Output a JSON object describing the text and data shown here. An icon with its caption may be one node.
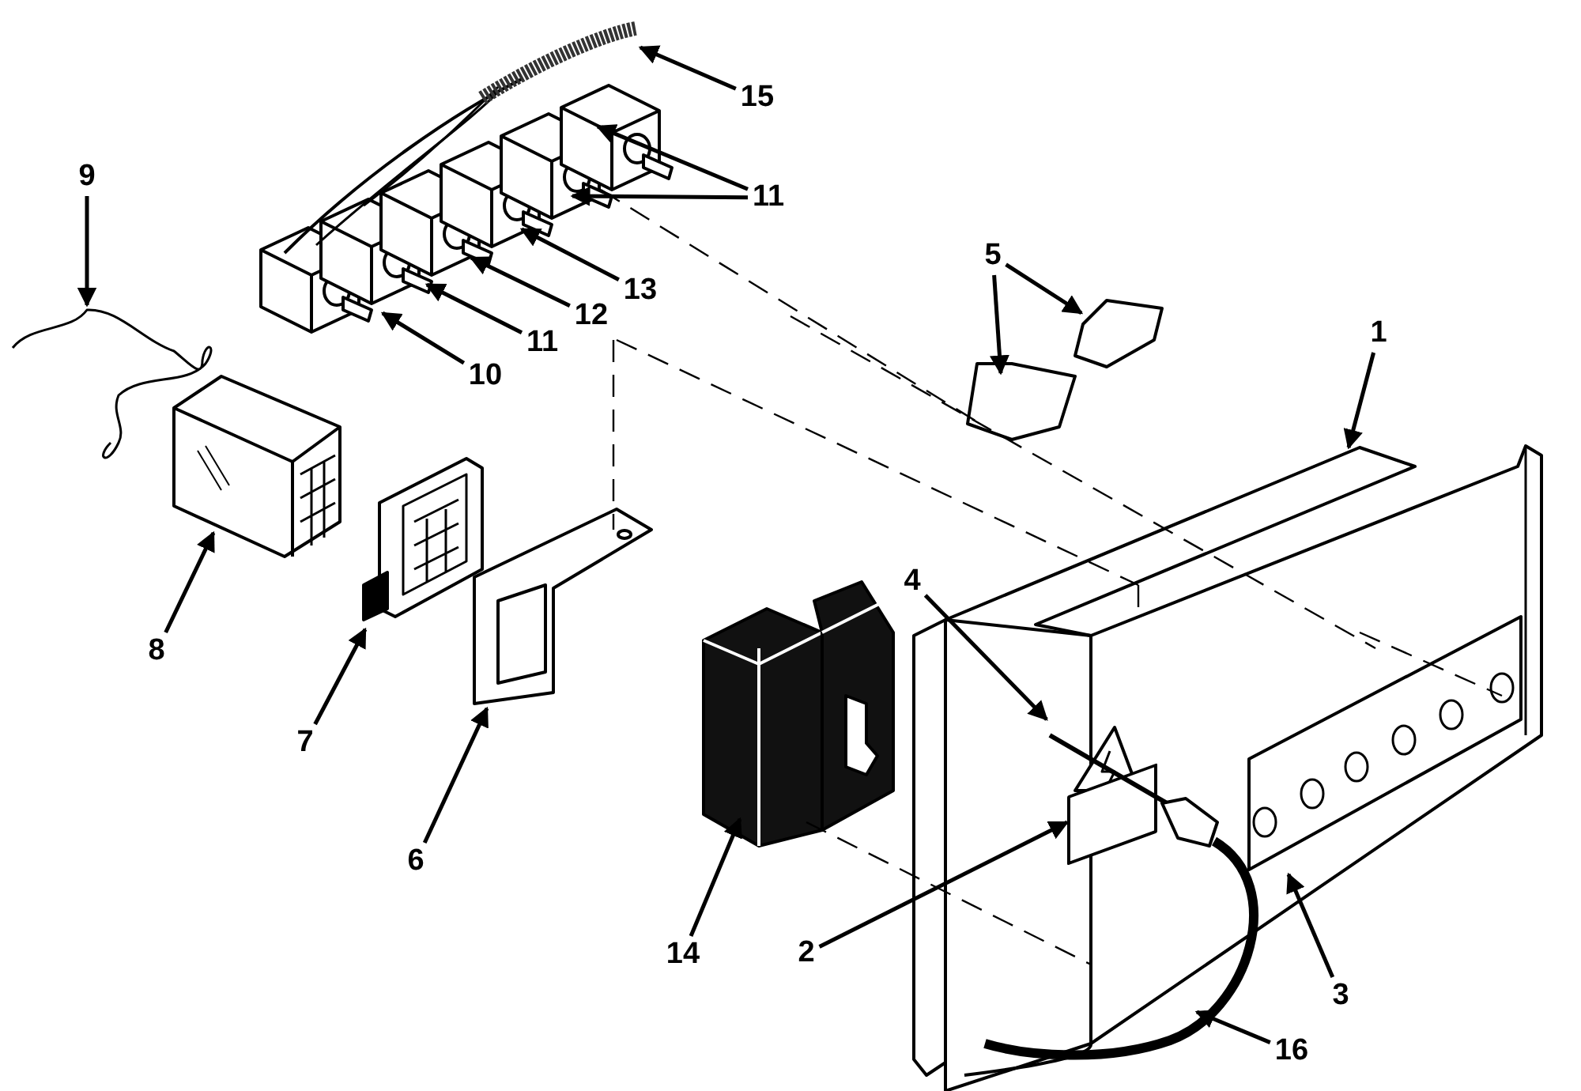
{
  "diagram": {
    "nodes": [
      {
        "text": [
          "15"
        ]
      },
      {
        "text": [
          "11"
        ]
      },
      {
        "text": [
          "13"
        ]
      },
      {
        "text": [
          "12"
        ]
      },
      {
        "text": [
          "9"
        ]
      },
      {
        "text": [
          "5"
        ]
      },
      {
        "text": [
          "11"
        ]
      },
      {
        "text": [
          "10"
        ]
      },
      {
        "text": [
          "1"
        ]
      },
      {
        "text": [
          "4"
        ]
      },
      {
        "text": [
          "8"
        ]
      },
      {
        "text": [
          "7"
        ]
      },
      {
        "text": [
          "6"
        ]
      },
      {
        "text": [
          "2"
        ]
      },
      {
        "text": [
          "14"
        ]
      },
      {
        "text": [
          "3"
        ]
      },
      {
        "text": [
          "16"
        ]
      }
    ],
    "edges": [
      {
        "from": 0,
        "to": null,
        "arrow": "to"
      },
      {
        "from": 1,
        "to": null,
        "arrow": "to"
      },
      {
        "from": 1,
        "to": null,
        "arrow": "to"
      },
      {
        "from": 2,
        "to": null,
        "arrow": "to"
      },
      {
        "from": 3,
        "to": null,
        "arrow": "to"
      },
      {
        "from": 4,
        "to": null,
        "arrow": "to"
      },
      {
        "from": 5,
        "to": null,
        "arrow": "to"
      },
      {
        "from": 5,
        "to": null,
        "arrow": "to"
      },
      {
        "from": 6,
        "to": null,
        "arrow": "to"
      },
      {
        "from": 7,
        "to": null,
        "arrow": "to"
      },
      {
        "from": 8,
        "to": null,
        "arrow": "to"
      },
      {
        "from": 9,
        "to": null,
        "arrow": "to"
      },
      {
        "from": 10,
        "to": null,
        "arrow": "to"
      },
      {
        "from": 11,
        "to": null,
        "arrow": "to"
      },
      {
        "from": 12,
        "to": null,
        "arrow": "to"
      },
      {
        "from": 13,
        "to": null,
        "arrow": "to"
      },
      {
        "from": 14,
        "to": null,
        "arrow": "to"
      },
      {
        "from": 15,
        "to": null,
        "arrow": "to"
      },
      {
        "from": 16,
        "to": null,
        "arrow": "to"
      }
    ]
  }
}
